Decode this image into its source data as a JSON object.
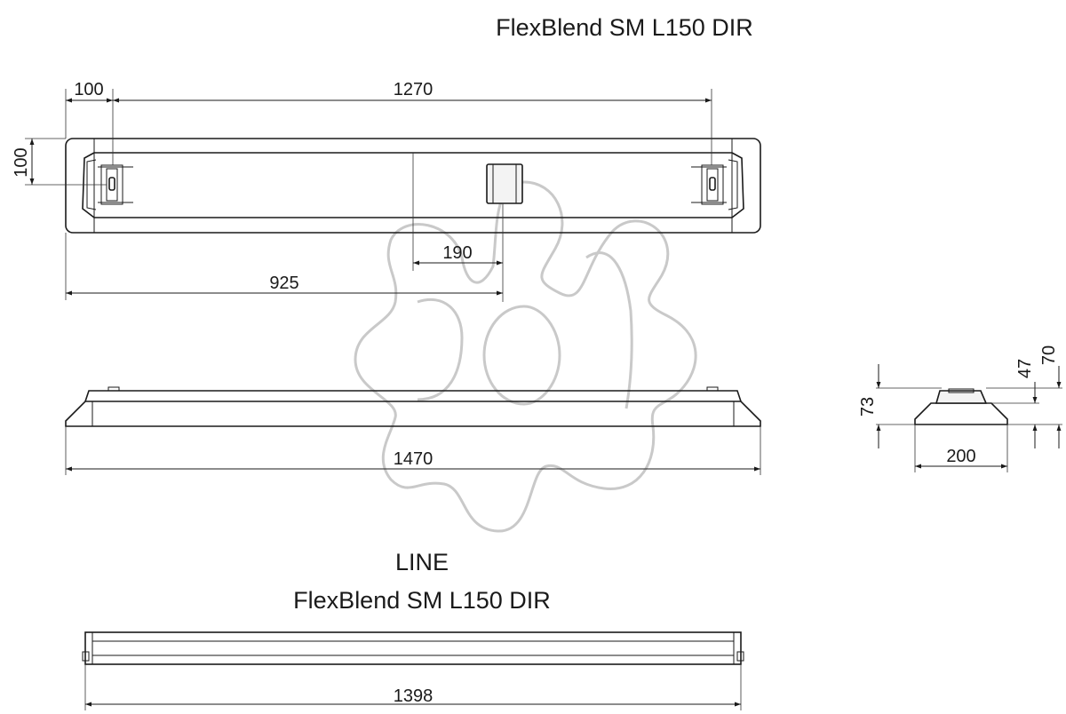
{
  "titles": {
    "top": "FlexBlend SM L150 DIR",
    "line_word": "LINE",
    "line_name": "FlexBlend SM L150 DIR"
  },
  "dimensions": {
    "top_left_offset": "100",
    "top_mount_spacing": "1270",
    "top_side_offset": "100",
    "junction_box_offset": "190",
    "junction_box_position": "925",
    "side_length": "1470",
    "profile_height_total": "73",
    "profile_height_inner": "47",
    "profile_height_mid": "70",
    "profile_width": "200",
    "line_length": "1398"
  },
  "colors": {
    "line": "#1a1a1a",
    "watermark": "#c9c9c9",
    "background": "#ffffff"
  }
}
